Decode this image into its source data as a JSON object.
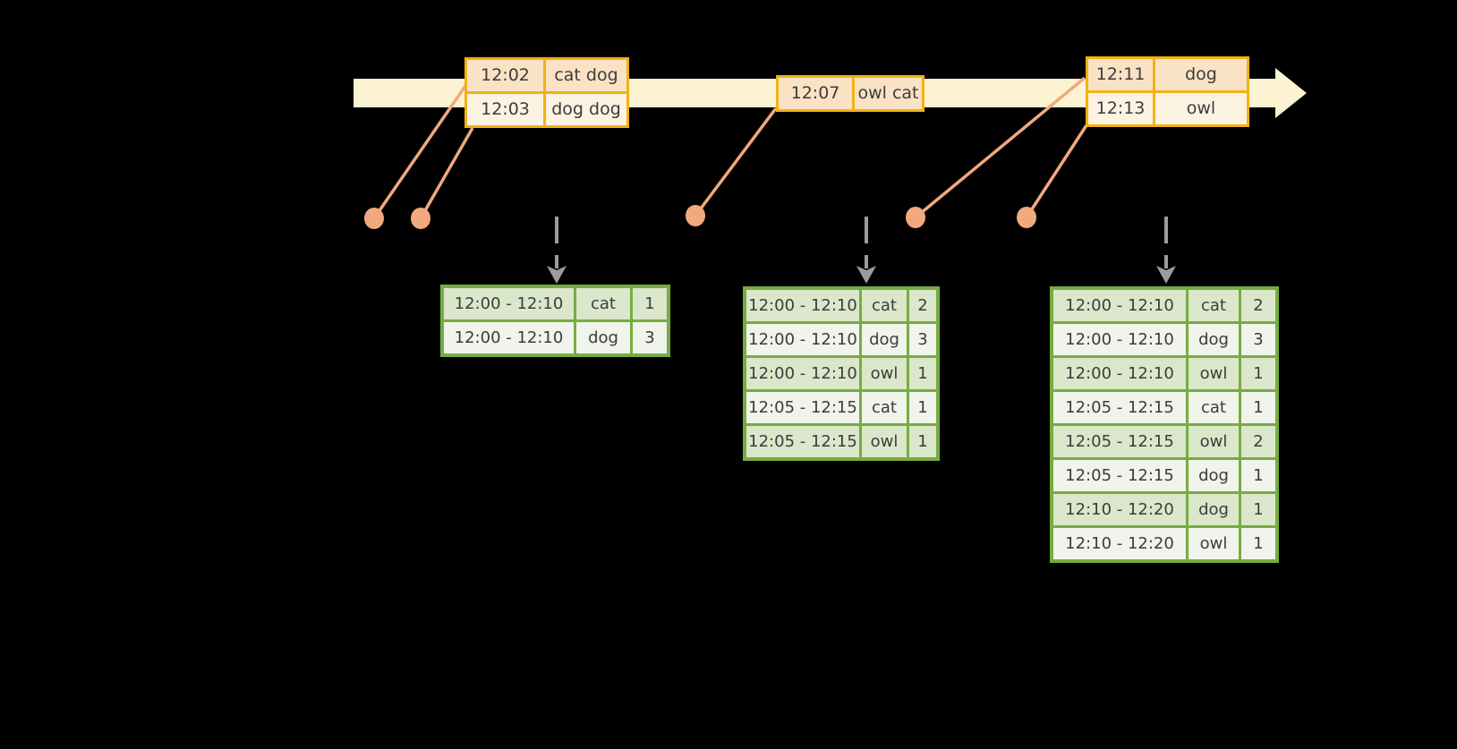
{
  "diagram_title": "windowed-grouped-aggregation-stream",
  "colors": {
    "background": "#000000",
    "timeline_band": "#FCF3D2",
    "event_border": "#F2B216",
    "event_row_dark": "#FAE2C5",
    "event_row_light": "#FDF3E3",
    "connector_orange": "#F1A97E",
    "dashed_arrow_gray": "#9C9C9C",
    "result_border": "#77AC40",
    "result_row_dark": "#DAE7CB",
    "result_row_light": "#F0F4EB",
    "text": "#3C3C3C"
  },
  "events": [
    {
      "rows": [
        {
          "time": "12:02",
          "words": "cat dog"
        },
        {
          "time": "12:03",
          "words": "dog dog"
        }
      ]
    },
    {
      "rows": [
        {
          "time": "12:07",
          "words": "owl cat"
        }
      ]
    },
    {
      "rows": [
        {
          "time": "12:11",
          "words": "dog"
        },
        {
          "time": "12:13",
          "words": "owl"
        }
      ]
    }
  ],
  "result_tables": [
    {
      "rows": [
        {
          "window": "12:00 - 12:10",
          "word": "cat",
          "count": "1"
        },
        {
          "window": "12:00 - 12:10",
          "word": "dog",
          "count": "3"
        }
      ]
    },
    {
      "rows": [
        {
          "window": "12:00 - 12:10",
          "word": "cat",
          "count": "2"
        },
        {
          "window": "12:00 - 12:10",
          "word": "dog",
          "count": "3"
        },
        {
          "window": "12:00 - 12:10",
          "word": "owl",
          "count": "1"
        },
        {
          "window": "12:05 - 12:15",
          "word": "cat",
          "count": "1"
        },
        {
          "window": "12:05 - 12:15",
          "word": "owl",
          "count": "1"
        }
      ]
    },
    {
      "rows": [
        {
          "window": "12:00 - 12:10",
          "word": "cat",
          "count": "2"
        },
        {
          "window": "12:00 - 12:10",
          "word": "dog",
          "count": "3"
        },
        {
          "window": "12:00 - 12:10",
          "word": "owl",
          "count": "1"
        },
        {
          "window": "12:05 - 12:15",
          "word": "cat",
          "count": "1"
        },
        {
          "window": "12:05 - 12:15",
          "word": "owl",
          "count": "2"
        },
        {
          "window": "12:05 - 12:15",
          "word": "dog",
          "count": "1"
        },
        {
          "window": "12:10 - 12:20",
          "word": "dog",
          "count": "1"
        },
        {
          "window": "12:10 - 12:20",
          "word": "owl",
          "count": "1"
        }
      ]
    }
  ]
}
